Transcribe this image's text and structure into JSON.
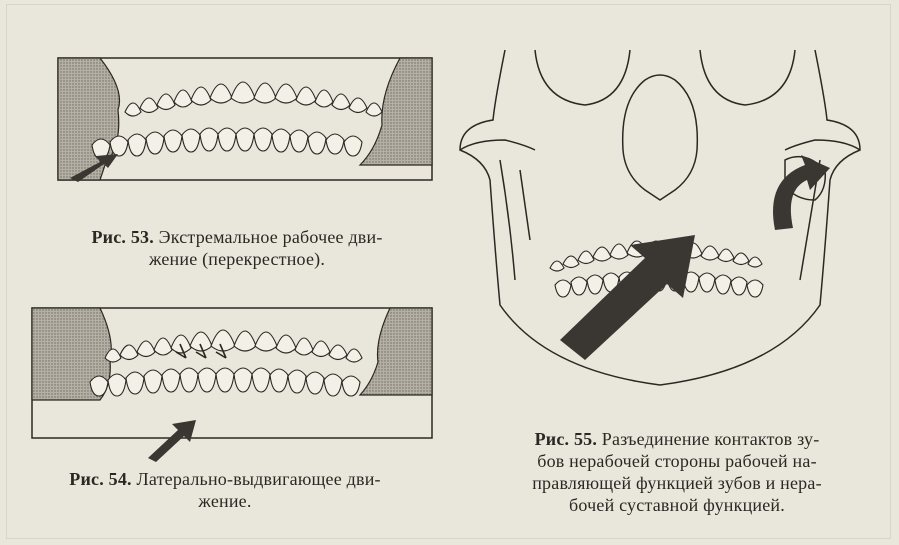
{
  "figure53": {
    "number": "Рис. 53.",
    "caption_lines": [
      "Экстремальное рабочее дви-",
      "жение (перекрестное)."
    ]
  },
  "figure54": {
    "number": "Рис. 54.",
    "caption_lines": [
      "Латерально-выдвигающее дви-",
      "жение."
    ]
  },
  "figure55": {
    "number": "Рис. 55.",
    "caption_lines": [
      "Разъединение контактов зу-",
      "бов нерабочей стороны рабочей на-",
      "правляющей функцией зубов и нера-",
      "бочей суставной функцией."
    ]
  },
  "colors": {
    "ink": "#2b2824",
    "paper": "#e9e6dc",
    "hatch": "#8c877d",
    "arrow": "#3a3632"
  }
}
